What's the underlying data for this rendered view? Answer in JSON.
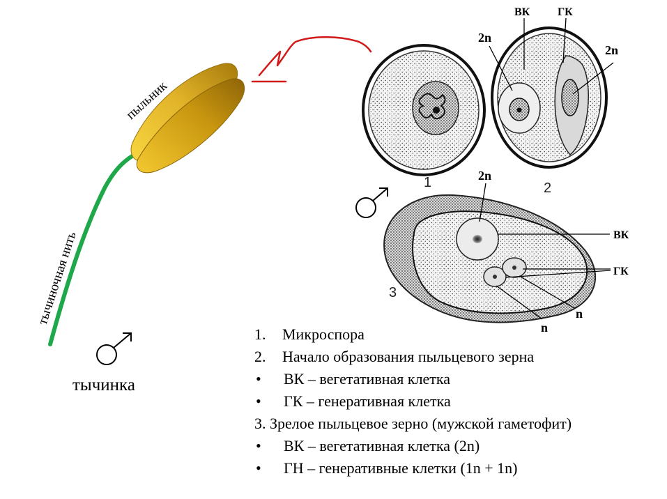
{
  "labels": {
    "anther": "пыльник",
    "filament": "тычиночная нить",
    "stamen": "тычинка",
    "vk": "ВК",
    "gk": "ГК",
    "diploid": "2n",
    "haploid": "n",
    "stage1": "1",
    "stage2": "2",
    "stage3": "3"
  },
  "legend": [
    {
      "marker": "1.",
      "text": "Микроспора"
    },
    {
      "marker": "2.",
      "text": "Начало образования пыльцевого зерна"
    },
    {
      "marker": "•",
      "text": "ВК – вегетативная клетка"
    },
    {
      "marker": "•",
      "text": "ГК – генеративная клетка"
    },
    {
      "marker": "",
      "text": "3. Зрелое пыльцевое зерно (мужской гаметофит)"
    },
    {
      "marker": "•",
      "text": "ВК – вегетативная клетка (2n)"
    },
    {
      "marker": "•",
      "text": "ГН – генеративные клетки (1n + 1n)"
    }
  ],
  "colors": {
    "filament": "#1fa84a",
    "anther_light": "#f6d23a",
    "anther_dark": "#b98a10",
    "arrow": "#d11a1a"
  },
  "icons": {
    "male": "male-symbol-icon"
  }
}
